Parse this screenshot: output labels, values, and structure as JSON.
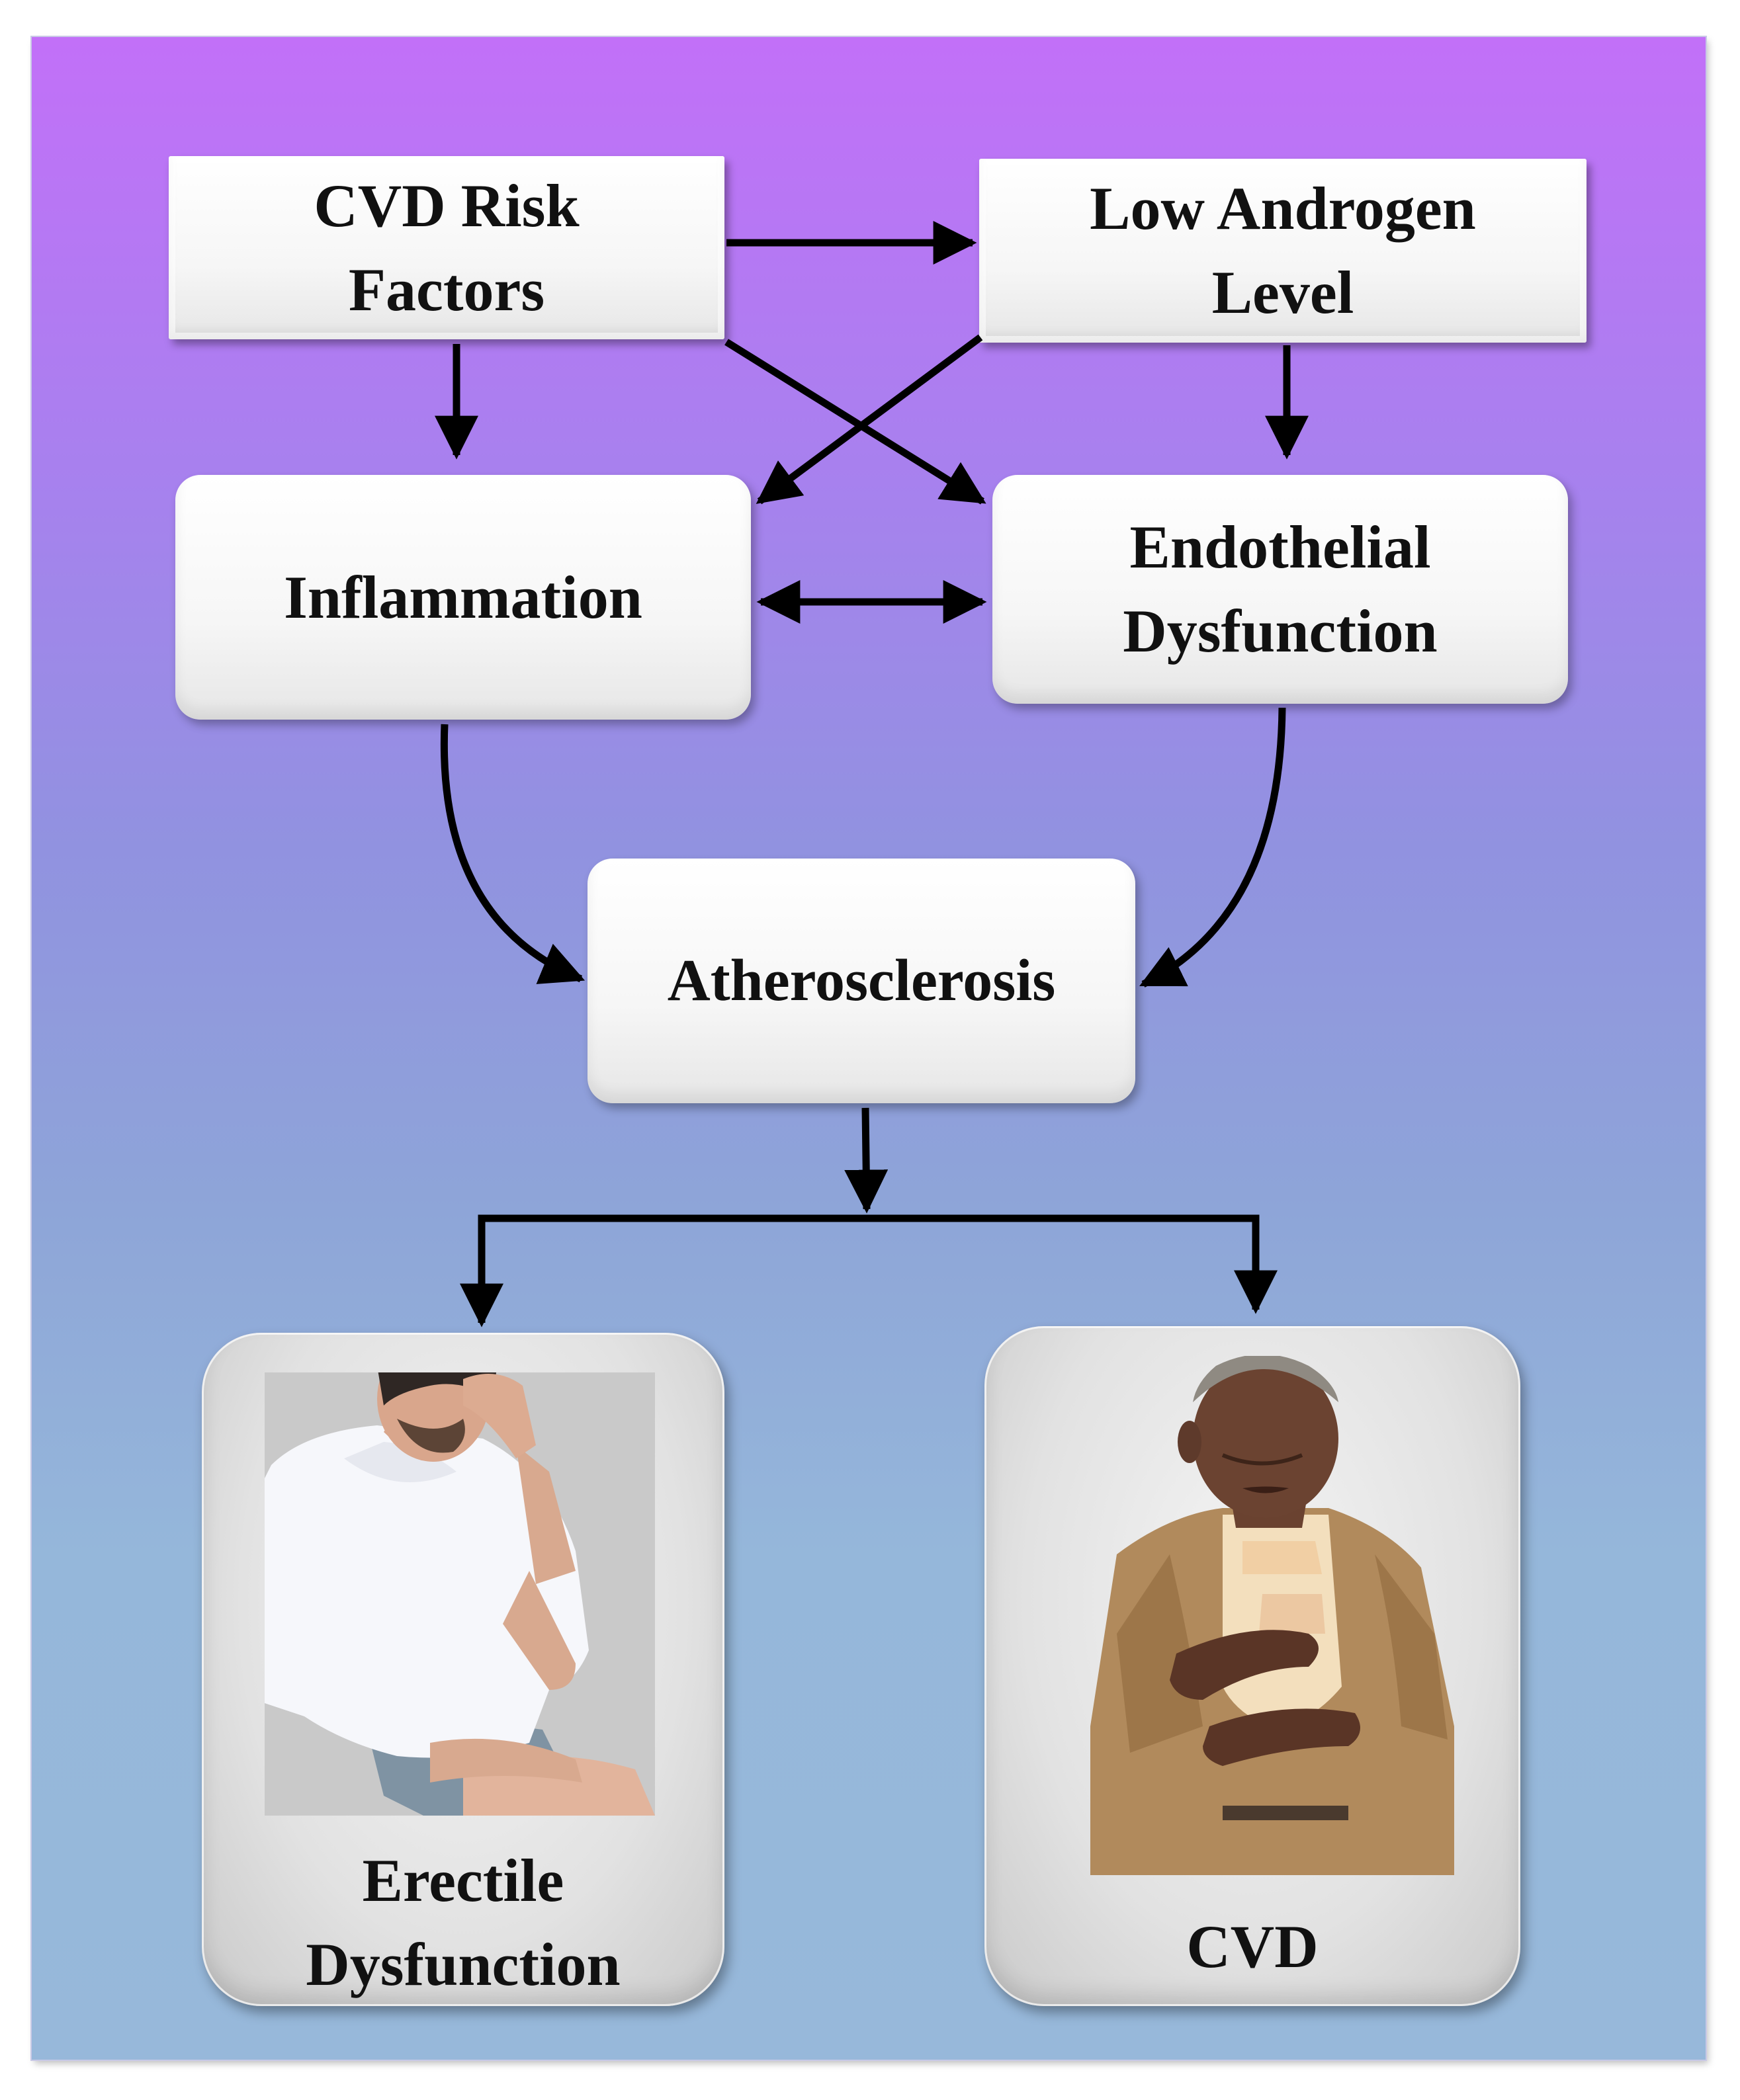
{
  "nodes": {
    "cvd_risk": [
      "CVD Risk",
      "Factors"
    ],
    "low_androgen": [
      "Low Androgen",
      "Level"
    ],
    "inflammation": "Inflammation",
    "endothelial": [
      "Endothelial",
      "Dysfunction"
    ],
    "atherosclerosis": "Atherosclerosis",
    "erectile": [
      "Erectile",
      "Dysfunction"
    ],
    "cvd": "CVD"
  },
  "images": {
    "erectile_photo": "distressed-young-man-photo",
    "cvd_photo": "elderly-man-clutching-chest-photo"
  },
  "colors": {
    "background_top": "#c270f8",
    "background_bottom": "#97b8da",
    "arrow": "#000000"
  }
}
